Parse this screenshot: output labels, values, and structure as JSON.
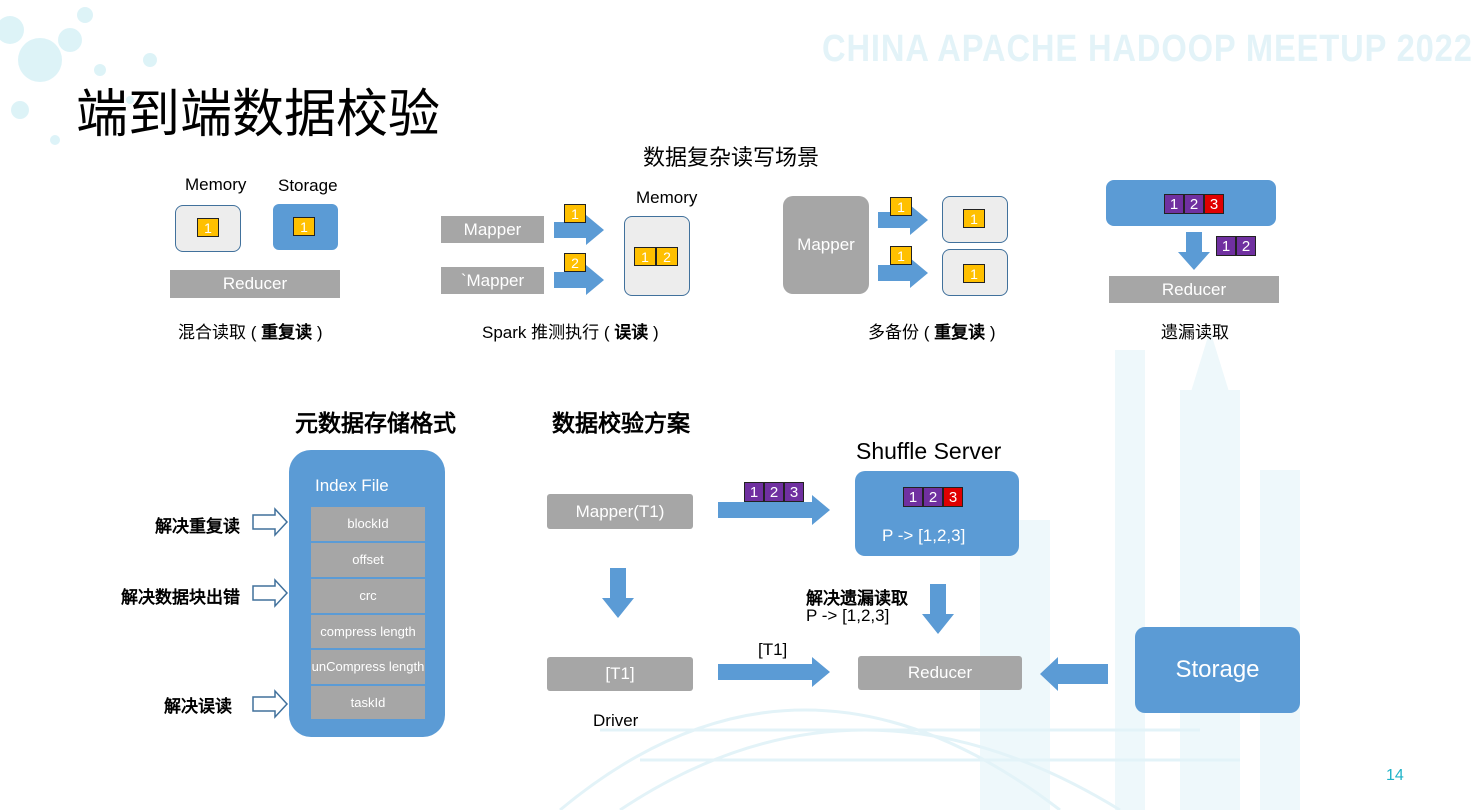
{
  "header": {
    "watermark": "CHINA APACHE HADOOP MEETUP 2022",
    "title": "端到端数据校验",
    "scenario_title": "数据复杂读写场景"
  },
  "scenario1": {
    "memory_label": "Memory",
    "storage_label": "Storage",
    "chip_memory": "1",
    "chip_storage": "1",
    "reducer": "Reducer",
    "caption_plain": "混合读取 ( ",
    "caption_bold": "重复读",
    "caption_end": " )"
  },
  "scenario2": {
    "mapper1": "Mapper",
    "mapper2": "`Mapper",
    "chip1": "1",
    "chip2": "2",
    "memory_label": "Memory",
    "mem_chip1": "1",
    "mem_chip2": "2",
    "caption_plain": "Spark 推测执行 ( ",
    "caption_bold": "误读",
    "caption_end": " )"
  },
  "scenario3": {
    "mapper": "Mapper",
    "chip1": "1",
    "chip2": "1",
    "copy1": "1",
    "copy2": "1",
    "caption_plain": "多备份 ( ",
    "caption_bold": "重复读",
    "caption_end": " )"
  },
  "scenario4": {
    "seq_top": [
      "1",
      "2",
      "3"
    ],
    "seq_read": [
      "1",
      "2"
    ],
    "reducer": "Reducer",
    "caption": "遗漏读取"
  },
  "metadata": {
    "title": "元数据存储格式",
    "index_title": "Index File",
    "rows": [
      "blockId",
      "offset",
      "crc",
      "compress length",
      "unCompress length",
      "taskId"
    ],
    "labels": [
      "解决重复读",
      "解决数据块出错",
      "解决误读"
    ]
  },
  "scheme": {
    "title": "数据校验方案",
    "mapper": "Mapper(T1)",
    "seq": [
      "1",
      "2",
      "3"
    ],
    "shuffle_title": "Shuffle Server",
    "server_seq": [
      "1",
      "2",
      "3"
    ],
    "server_map": "P -> [1,2,3]",
    "note_bold": "解决遗漏读取",
    "note_map": "P -> [1,2,3]",
    "driver_box": "[T1]",
    "driver_label": "Driver",
    "t1_label": "[T1]",
    "reducer": "Reducer",
    "storage": "Storage"
  },
  "footer": {
    "page_number": "14"
  },
  "colors": {
    "blue": "#5b9bd5",
    "gray": "#a6a6a6",
    "chip": "#ffc000",
    "purple": "#7030a0",
    "red": "#e00000",
    "accent": "#1fb3c8"
  }
}
